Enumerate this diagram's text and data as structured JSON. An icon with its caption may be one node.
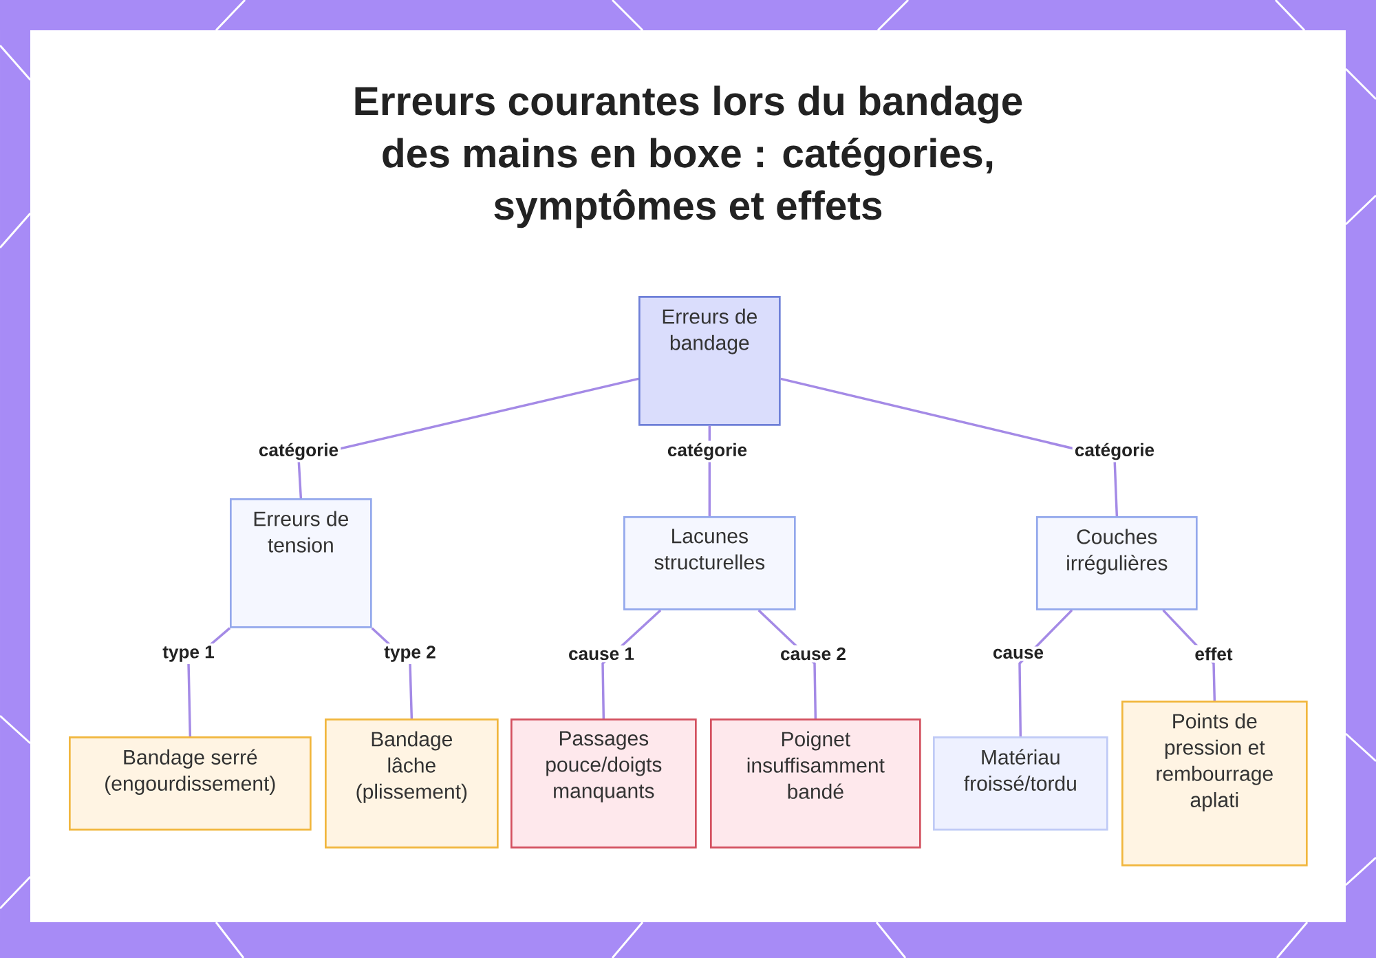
{
  "diagram": {
    "title": "Erreurs courantes lors du bandage des mains en boxe : catégories, symptômes et effets",
    "nodes": [
      {
        "text": [
          "Erreurs de bandage"
        ]
      },
      {
        "text": [
          "Erreurs de tension"
        ]
      },
      {
        "text": [
          "Lacunes structurelles"
        ]
      },
      {
        "text": [
          "Couches irrégulières"
        ]
      },
      {
        "text": [
          "Bandage serré (engourdissement)"
        ]
      },
      {
        "text": [
          "Bandage lâche (plissement)"
        ]
      },
      {
        "text": [
          "Passages pouce/doigts manquants"
        ]
      },
      {
        "text": [
          "Poignet insuffisamment bandé"
        ]
      },
      {
        "text": [
          "Matériau froissé/tordu"
        ]
      },
      {
        "text": [
          "Points de pression et rembourrage aplati"
        ]
      }
    ],
    "edges": [
      {
        "from": 0,
        "to": 1,
        "arrow": "none",
        "label": "catégorie"
      },
      {
        "from": 0,
        "to": 2,
        "arrow": "none",
        "label": "catégorie"
      },
      {
        "from": 0,
        "to": 3,
        "arrow": "none",
        "label": "catégorie"
      },
      {
        "from": 1,
        "to": 4,
        "arrow": "none",
        "label": "type 1"
      },
      {
        "from": 1,
        "to": 5,
        "arrow": "none",
        "label": "type 2"
      },
      {
        "from": 2,
        "to": 6,
        "arrow": "none",
        "label": "cause 1"
      },
      {
        "from": 2,
        "to": 7,
        "arrow": "none",
        "label": "cause 2"
      },
      {
        "from": 3,
        "to": 8,
        "arrow": "none",
        "label": "cause"
      },
      {
        "from": 3,
        "to": 9,
        "arrow": "none",
        "label": "effet"
      }
    ]
  }
}
